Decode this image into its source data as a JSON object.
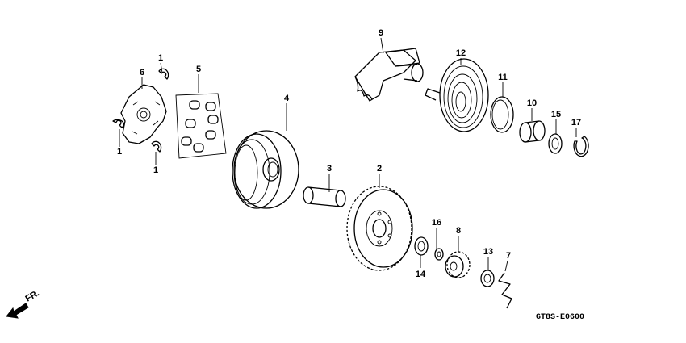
{
  "diagram": {
    "code": "GT8S-E0600",
    "direction_label": "FR.",
    "callouts": {
      "washer_left_top": "1",
      "washer_left_mid": "1",
      "washer_left_bottom": "1",
      "ramp_plate": "6",
      "rollers": "5",
      "drive_face": "4",
      "collar": "3",
      "starter_gear": "2",
      "kick_shaft": "9",
      "spring": "12",
      "seal_ring": "11",
      "bushing": "10",
      "shim": "15",
      "circlip": "17",
      "washer_lower": "14",
      "spacer": "16",
      "pinion": "8",
      "lower_washer_right": "13",
      "spring_clip": "7"
    }
  }
}
